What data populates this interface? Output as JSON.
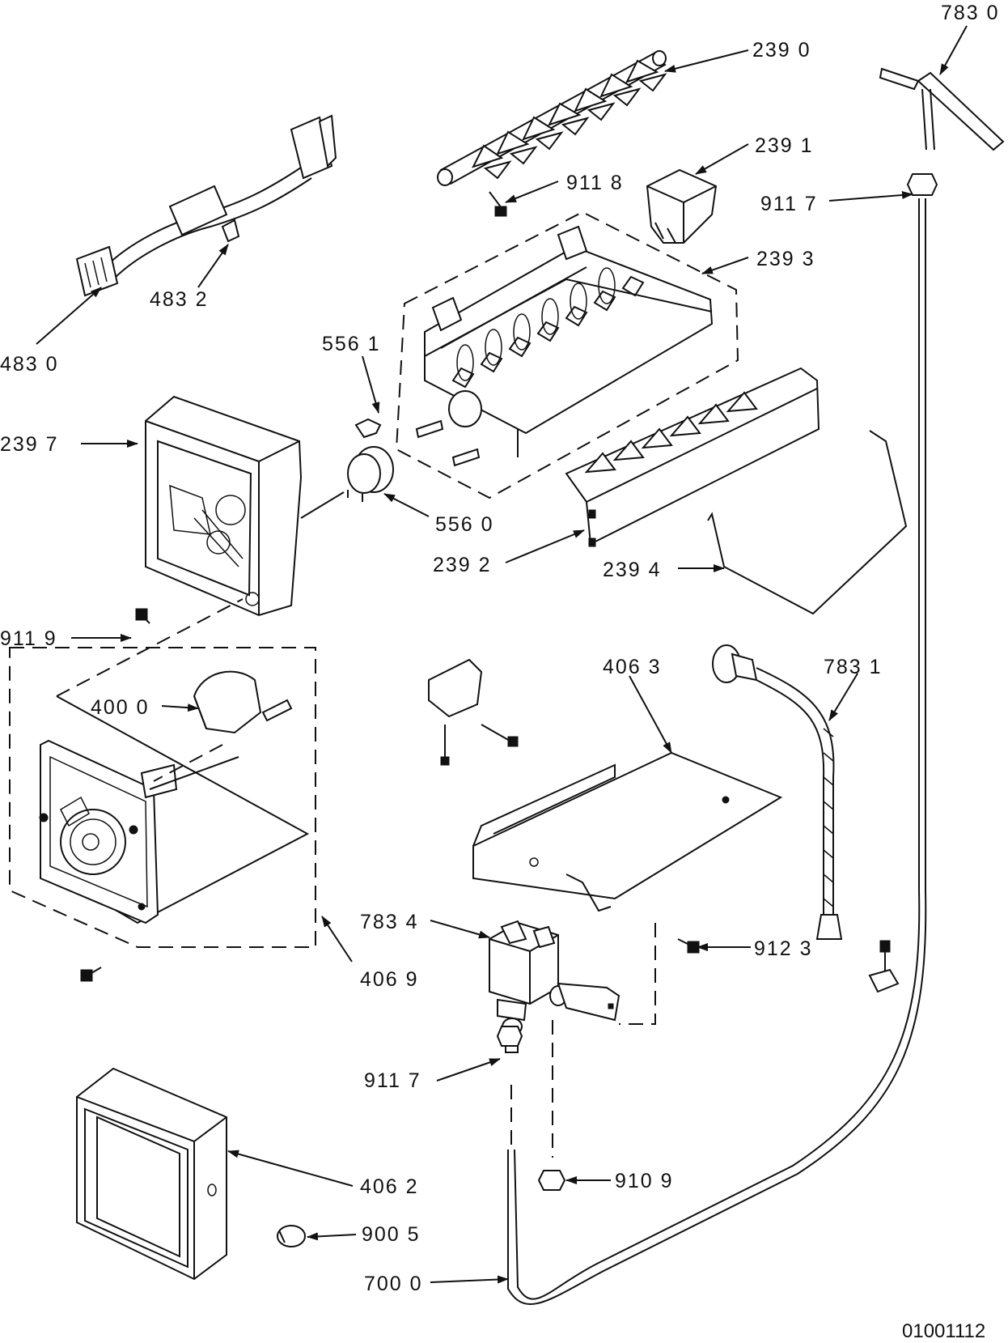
{
  "diagram": {
    "document_id": "01001112",
    "part_labels": {
      "p7830": "783 0",
      "p2390": "239 0",
      "p2391": "239 1",
      "p9117a": "911 7",
      "p9118": "911 8",
      "p2393": "239 3",
      "p4832": "483 2",
      "p4830": "483 0",
      "p5561": "556 1",
      "p2397": "239 7",
      "p5560": "556 0",
      "p2392": "239 2",
      "p2394": "239 4",
      "p9119": "911 9",
      "p4063": "406 3",
      "p7831": "783 1",
      "p4000": "400 0",
      "p7834": "783 4",
      "p9123": "912 3",
      "p4069": "406 9",
      "p9117b": "911 7",
      "p4062": "406 2",
      "p9109": "910 9",
      "p9005": "900 5",
      "p7000": "700 0"
    }
  }
}
